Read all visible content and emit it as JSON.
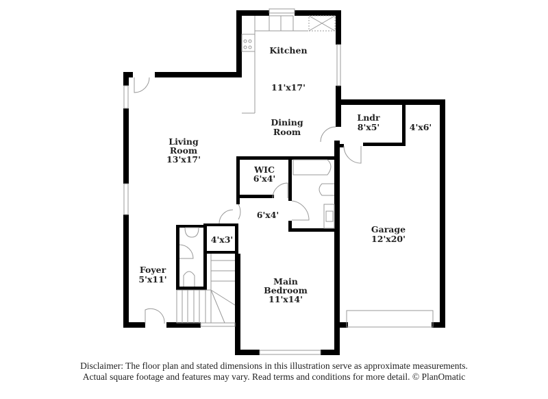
{
  "floor_plan": {
    "rooms": [
      {
        "id": "kitchen",
        "name": "Kitchen",
        "dims": "11'x17'"
      },
      {
        "id": "dining",
        "name": "Dining Room",
        "name_line1": "Dining",
        "name_line2": "Room",
        "dims": ""
      },
      {
        "id": "living",
        "name": "Living Room",
        "name_line1": "Living",
        "name_line2": "Room",
        "dims": "13'x17'"
      },
      {
        "id": "laundry",
        "name": "Lndr",
        "dims": "8'x5'"
      },
      {
        "id": "storage",
        "name": "",
        "dims": "4'x6'"
      },
      {
        "id": "wic",
        "name": "WIC",
        "dims": "6'x4'"
      },
      {
        "id": "hall",
        "name": "",
        "dims": "6'x4'"
      },
      {
        "id": "closet",
        "name": "",
        "dims": "4'x3'"
      },
      {
        "id": "foyer",
        "name": "Foyer",
        "dims": "5'x11'"
      },
      {
        "id": "main_bedroom",
        "name": "Main Bedroom",
        "name_line1": "Main",
        "name_line2": "Bedroom",
        "dims": "11'x14'"
      },
      {
        "id": "garage",
        "name": "Garage",
        "dims": "12'x20'"
      }
    ],
    "colors": {
      "wall": "#000000",
      "fixture": "#999999",
      "background": "#ffffff",
      "text": "#222222"
    }
  },
  "disclaimer": {
    "line1": "Disclaimer: The floor plan and stated dimensions in this illustration serve as approximate measurements.",
    "line2": "Actual square footage and features may vary. Read terms and conditions for more detail. © PlanOmatic"
  }
}
